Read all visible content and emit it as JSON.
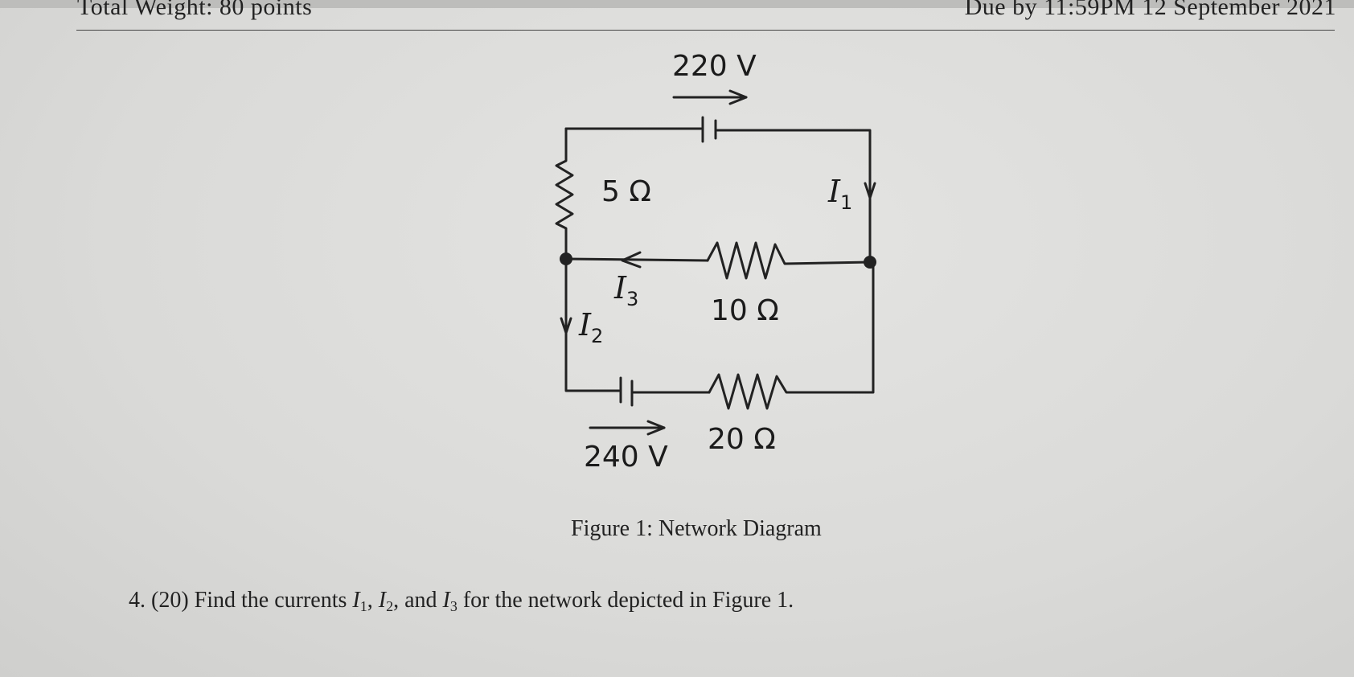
{
  "header": {
    "left_text": "Total Weight: 80 points",
    "right_text": "Due by 11:59PM 12 September 2021"
  },
  "figure": {
    "labels": {
      "v_top": "220 V",
      "v_bottom": "240 V",
      "r_left": "5 Ω",
      "r_mid": "10 Ω",
      "r_bottom": "20 Ω"
    },
    "currents": {
      "i1_symbol": "I",
      "i1_sub": "1",
      "i2_symbol": "I",
      "i2_sub": "2",
      "i3_symbol": "I",
      "i3_sub": "3"
    },
    "caption": "Figure 1: Network Diagram"
  },
  "question": {
    "number": "4.",
    "points": "(20)",
    "text_before": "Find the currents",
    "i1": "I",
    "i1_sub": "1",
    "sep1": ",",
    "i2": "I",
    "i2_sub": "2",
    "sep2": ", and",
    "i3": "I",
    "i3_sub": "3",
    "text_after": "for the network depicted in Figure 1."
  }
}
